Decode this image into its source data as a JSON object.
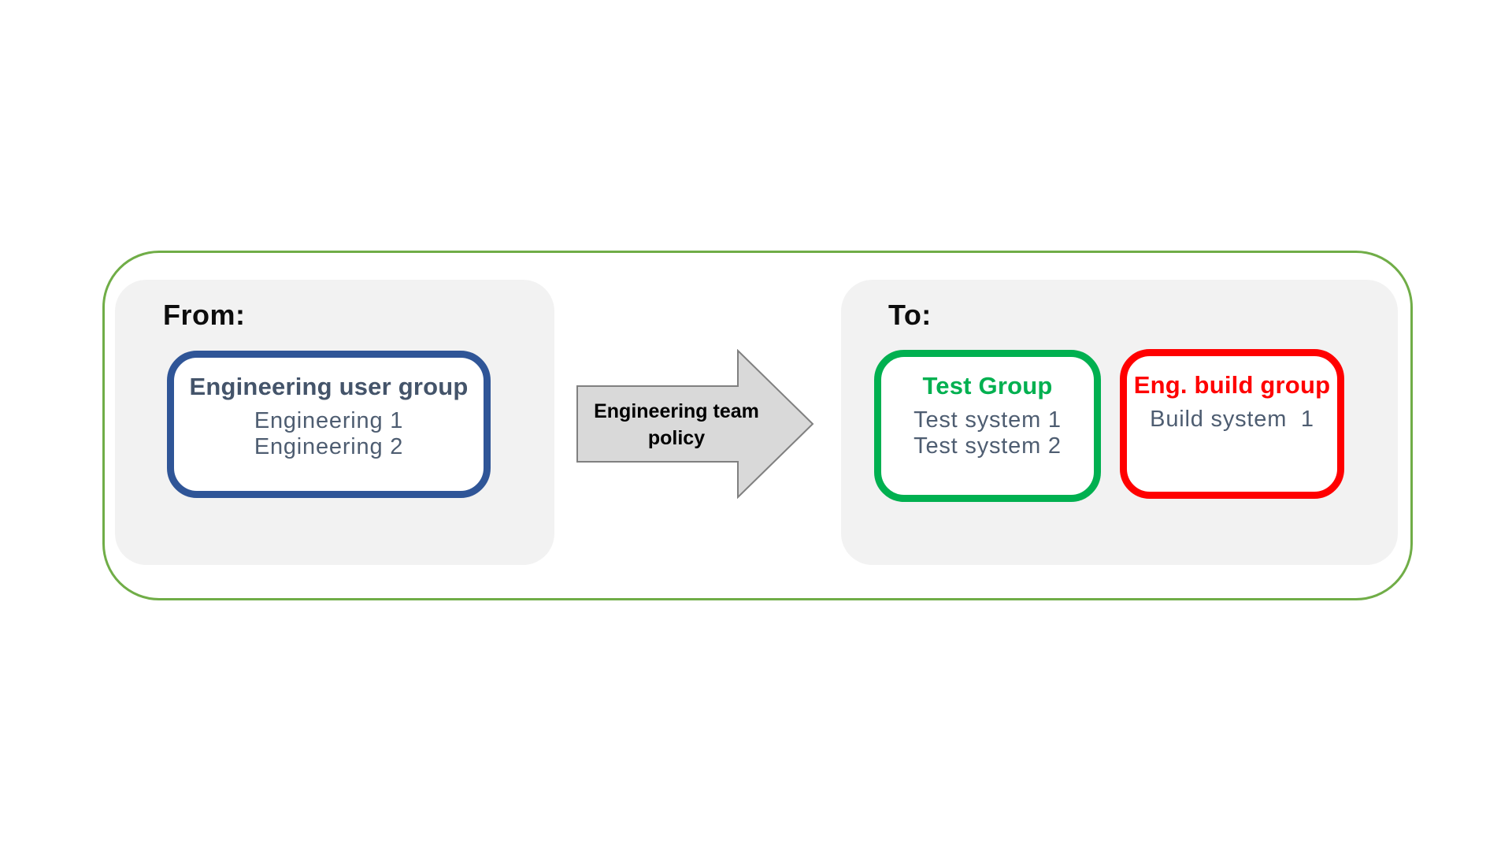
{
  "diagram": {
    "colors": {
      "outer_border": "#70AD47",
      "panel_background": "#F2F2F2",
      "blue_box_border": "#2F5597",
      "blue_box_title": "#44546A",
      "green_box_border": "#00B050",
      "green_box_title": "#00B050",
      "red_box_border": "#FF0000",
      "red_box_title": "#FF0000",
      "body_text": "#4E5D71",
      "arrow_fill": "#D9D9D9",
      "arrow_stroke": "#808080"
    },
    "from_panel": {
      "label": "From:",
      "group": {
        "title": "Engineering user group",
        "items": [
          "Engineering 1",
          "Engineering 2"
        ]
      }
    },
    "arrow": {
      "label_line1": "Engineering team",
      "label_line2": "policy"
    },
    "to_panel": {
      "label": "To:",
      "groups": [
        {
          "title": "Test Group",
          "items": [
            "Test system 1",
            "Test system 2"
          ]
        },
        {
          "title": "Eng. build group",
          "items": [
            "Build system  1"
          ]
        }
      ]
    }
  }
}
